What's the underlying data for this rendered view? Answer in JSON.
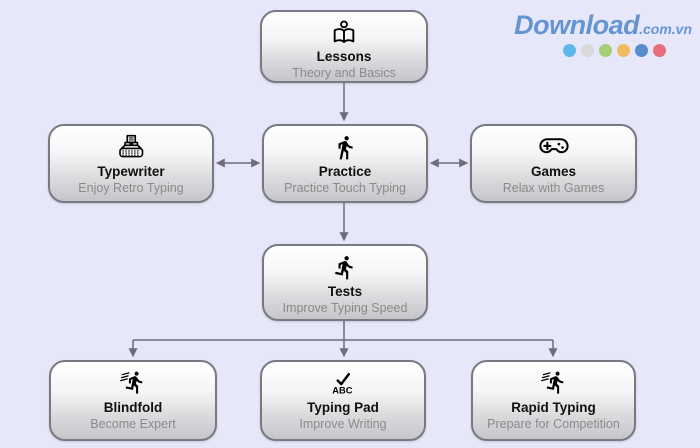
{
  "background_color": "#e7e7fa",
  "edge_color": "#6e6e78",
  "logo": {
    "text": "Download",
    "suffix": ".com.vn",
    "color": "#6495d2",
    "dots": [
      "#5fb7ec",
      "#d9d9d9",
      "#a5cf76",
      "#f1bb62",
      "#568ccd",
      "#e76f7c"
    ]
  },
  "nodes": [
    {
      "id": "lessons",
      "title": "Lessons",
      "subtitle": "Theory and Basics",
      "icon": "reading-person-icon"
    },
    {
      "id": "typewriter",
      "title": "Typewriter",
      "subtitle": "Enjoy Retro Typing",
      "icon": "typewriter-icon"
    },
    {
      "id": "practice",
      "title": "Practice",
      "subtitle": "Practice Touch Typing",
      "icon": "walking-person-icon"
    },
    {
      "id": "games",
      "title": "Games",
      "subtitle": "Relax with Games",
      "icon": "gamepad-icon"
    },
    {
      "id": "tests",
      "title": "Tests",
      "subtitle": "Improve Typing Speed",
      "icon": "running-person-icon"
    },
    {
      "id": "blindfold",
      "title": "Blindfold",
      "subtitle": "Become Expert",
      "icon": "speed-running-icon"
    },
    {
      "id": "typing-pad",
      "title": "Typing Pad",
      "subtitle": "Improve Writing",
      "icon": "abc-check-icon"
    },
    {
      "id": "rapid-typing",
      "title": "Rapid Typing",
      "subtitle": "Prepare for Competition",
      "icon": "speed-running-icon"
    }
  ],
  "edges": [
    {
      "from": "lessons",
      "to": "practice",
      "type": "arrow-down"
    },
    {
      "from": "practice",
      "to": "typewriter",
      "type": "double-arrow"
    },
    {
      "from": "practice",
      "to": "games",
      "type": "double-arrow"
    },
    {
      "from": "practice",
      "to": "tests",
      "type": "arrow-down"
    },
    {
      "from": "tests",
      "to": "blindfold",
      "type": "arrow-down"
    },
    {
      "from": "tests",
      "to": "typing-pad",
      "type": "arrow-down"
    },
    {
      "from": "tests",
      "to": "rapid-typing",
      "type": "arrow-down"
    }
  ]
}
